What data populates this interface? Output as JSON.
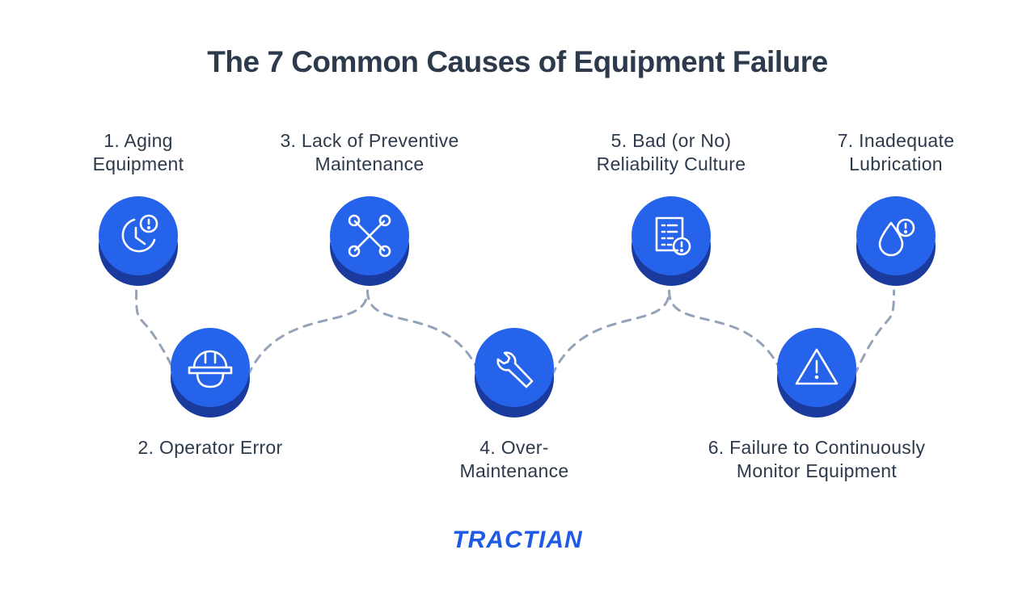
{
  "title": "The 7 Common Causes of Equipment Failure",
  "brand": "TRACTIAN",
  "colors": {
    "node_face": "#2563EB",
    "node_shadow": "#1A3A9E",
    "connector": "#94A3B8",
    "text": "#2C3A4B",
    "brand": "#1E5AE6"
  },
  "causes": [
    {
      "label_lines": [
        "1. Aging",
        "Equipment"
      ],
      "icon": "clock-alert-icon"
    },
    {
      "label_lines": [
        "2. Operator Error"
      ],
      "icon": "hard-hat-icon"
    },
    {
      "label_lines": [
        "3. Lack of Preventive",
        "Maintenance"
      ],
      "icon": "tools-crossed-icon"
    },
    {
      "label_lines": [
        "4. Over-",
        "Maintenance"
      ],
      "icon": "wrench-icon"
    },
    {
      "label_lines": [
        "5. Bad (or No)",
        "Reliability Culture"
      ],
      "icon": "document-alert-icon"
    },
    {
      "label_lines": [
        "6. Failure to Continuously",
        "Monitor Equipment"
      ],
      "icon": "warning-triangle-icon"
    },
    {
      "label_lines": [
        "7. Inadequate",
        "Lubrication"
      ],
      "icon": "droplet-alert-icon"
    }
  ]
}
